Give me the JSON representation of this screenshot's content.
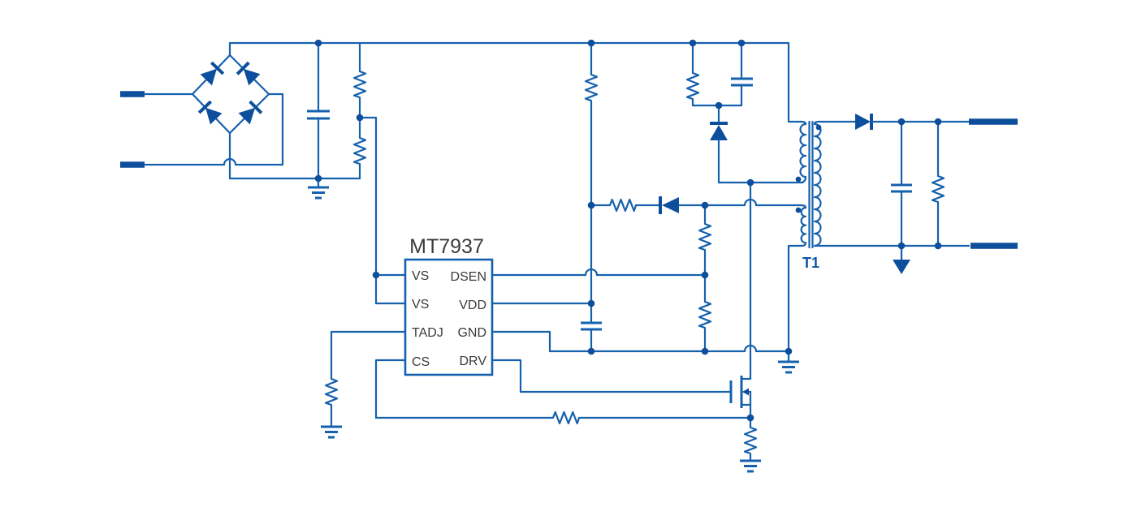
{
  "ic": {
    "label": "MT7937",
    "pins_left": [
      "VS",
      "VS",
      "TADJ",
      "CS"
    ],
    "pins_right": [
      "DSEN",
      "VDD",
      "GND",
      "DRV"
    ]
  },
  "transformer": {
    "label": "T1"
  },
  "colors": {
    "wire": "#1661ad",
    "component_fill": "#0d4f9c",
    "label_ink": "#3b3b3b",
    "transformer_label": "#0d55a3",
    "background": "#ffffff"
  }
}
